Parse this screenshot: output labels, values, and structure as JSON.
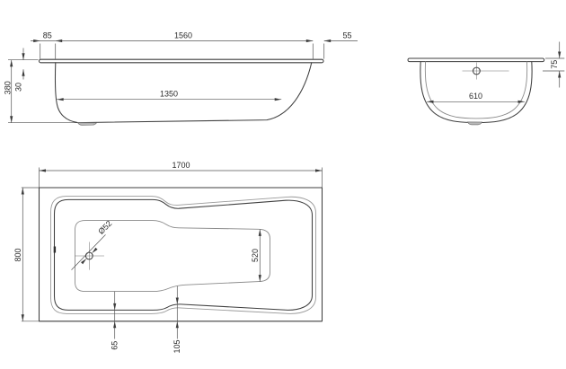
{
  "drawing": {
    "type": "bathtub-technical-drawing",
    "background_color": "#ffffff",
    "line_color": "#3f3f3f",
    "light_line_color": "#9a9a9a",
    "text_color": "#2a2a2a",
    "side_view": {
      "overhang_left": "85",
      "rim_length": "1560",
      "overhang_right": "55",
      "overall_height": "380",
      "rim_drop": "30",
      "bottom_length": "1350"
    },
    "end_view": {
      "overflow_offset": "75",
      "inner_width": "610"
    },
    "plan_view": {
      "overall_length": "1700",
      "overall_width": "800",
      "drain_diameter": "Ø52",
      "foot_end_inner_width": "520",
      "rim_offset_left": "65",
      "rim_offset_step": "105"
    }
  }
}
